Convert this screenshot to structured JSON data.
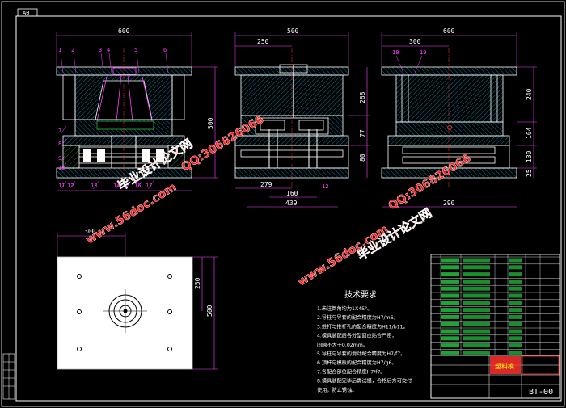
{
  "sheet": {
    "size_label": "A0",
    "drawing_no": "BT-00",
    "zh_bar_text": "塑料模"
  },
  "views": {
    "front": {
      "dims": {
        "width": "600",
        "height": "500"
      },
      "part_labels": [
        "1",
        "2",
        "3",
        "4",
        "5",
        "6",
        "7",
        "8",
        "9",
        "10",
        "11",
        "12",
        "13",
        "14",
        "15",
        "16",
        "17"
      ]
    },
    "side": {
      "dims": {
        "width": "500",
        "top_offset": "250",
        "d1": "268",
        "d2": "77",
        "d3": "80",
        "b1": "279",
        "b2": "160",
        "b3": "439"
      },
      "part_labels": [
        "12"
      ]
    },
    "right": {
      "dims": {
        "width": "600",
        "offset": "300",
        "d1": "240",
        "d2": "104",
        "d3": "130",
        "d4": "25",
        "bottom": "290"
      },
      "part_labels": [
        "18",
        "19"
      ]
    },
    "plan": {
      "dims": {
        "width": "300",
        "d1": "250",
        "d2": "500"
      }
    }
  },
  "tech_requirements": {
    "title": "技术要求",
    "items": [
      "1.未注倒角均为1X45°。",
      "2.导柱与导套的配合精度为H7/m6。",
      "3.推杆与推杆孔的配合精度为H11/b11。",
      "4.模具装配后各分型面应贴合严密，",
      "  间隙不大于0.02mm。",
      "5.导柱与导套的滑动配合精度为H7/f7。",
      "6.顶杆与模板的配合精度为H7/g6。",
      "7.各配合部位配合精度H7/f7。",
      "8.模具装配完毕后需试模，合格后方可交付",
      "  使用，防止锈蚀。"
    ]
  },
  "watermarks": [
    {
      "text": "毕业设计论文网"
    },
    {
      "text": "www.56doc.com"
    },
    {
      "text": "QQ:306826066"
    },
    {
      "text": "www.56doc.com"
    },
    {
      "text": "QQ:306826066"
    },
    {
      "text": "毕业设计论文网"
    }
  ],
  "colors": {
    "bg": "#000000",
    "outline": "#ffffff",
    "dim": "#ff40ff",
    "dim2": "#ffffff",
    "hatch": "#00c8ff",
    "green": "#00ff40",
    "red": "#ff3030",
    "yellow": "#ffff00",
    "cyan": "#00ffff"
  }
}
